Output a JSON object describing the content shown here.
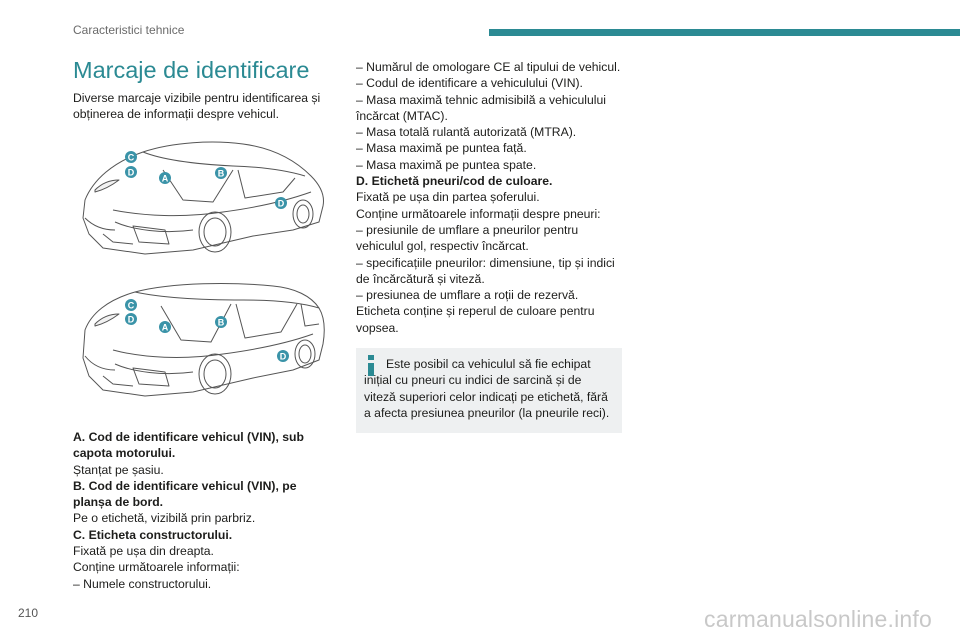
{
  "header": {
    "section_title": "Caracteristici tehnice"
  },
  "page_number": "210",
  "watermark": "carmanualsonline.info",
  "title": "Marcaje de identificare",
  "intro": "Diverse marcaje vizibile pentru identificarea și obținerea de informații despre vehicul.",
  "illustration_markers": {
    "a": "A",
    "b": "B",
    "c": "C",
    "d": "D"
  },
  "left_items": [
    {
      "bold": "A. Cod de identificare vehicul (VIN), sub capota motorului.",
      "text": "Ștanțat pe șasiu."
    },
    {
      "bold": "B. Cod de identificare vehicul (VIN), pe planșa de bord.",
      "text": "Pe o etichetă, vizibilă prin parbriz."
    },
    {
      "bold": "C. Eticheta constructorului.",
      "text": "Fixată pe ușa din dreapta."
    }
  ],
  "c_contains": "Conține următoarele informații:",
  "c_list": [
    "–  Numele constructorului.",
    "–  Numărul de omologare CE al tipului de vehicul.",
    "–  Codul de identificare a vehiculului (VIN).",
    "–  Masa maximă tehnic admisibilă a vehiculului încărcat (MTAC).",
    "–  Masa totală rulantă autorizată (MTRA).",
    "–  Masa maximă pe puntea față.",
    "–  Masa maximă pe puntea spate."
  ],
  "d_title": "D. Etichetă pneuri/cod de culoare.",
  "d_fixed": "Fixată pe ușa din partea șoferului.",
  "d_contains": "Conține următoarele informații despre pneuri:",
  "d_list": [
    "–  presiunile de umflare a pneurilor pentru vehiculul gol, respectiv încărcat.",
    "–  specificațiile pneurilor: dimensiune, tip și indici de încărcătură și viteză.",
    "–  presiunea de umflare a roții de rezervă."
  ],
  "d_note": "Eticheta conține și reperul de culoare pentru vopsea.",
  "info_box": "Este posibil ca vehiculul să fie echipat inițial cu pneuri cu indici de sarcină și de viteză superiori celor indicați pe etichetă, fără a afecta presiunea pneurilor (la pneurile reci).",
  "colors": {
    "accent": "#2b8a93",
    "marker": "#3a93a8",
    "text": "#1d1d1b",
    "info_bg": "#eef0f1"
  }
}
